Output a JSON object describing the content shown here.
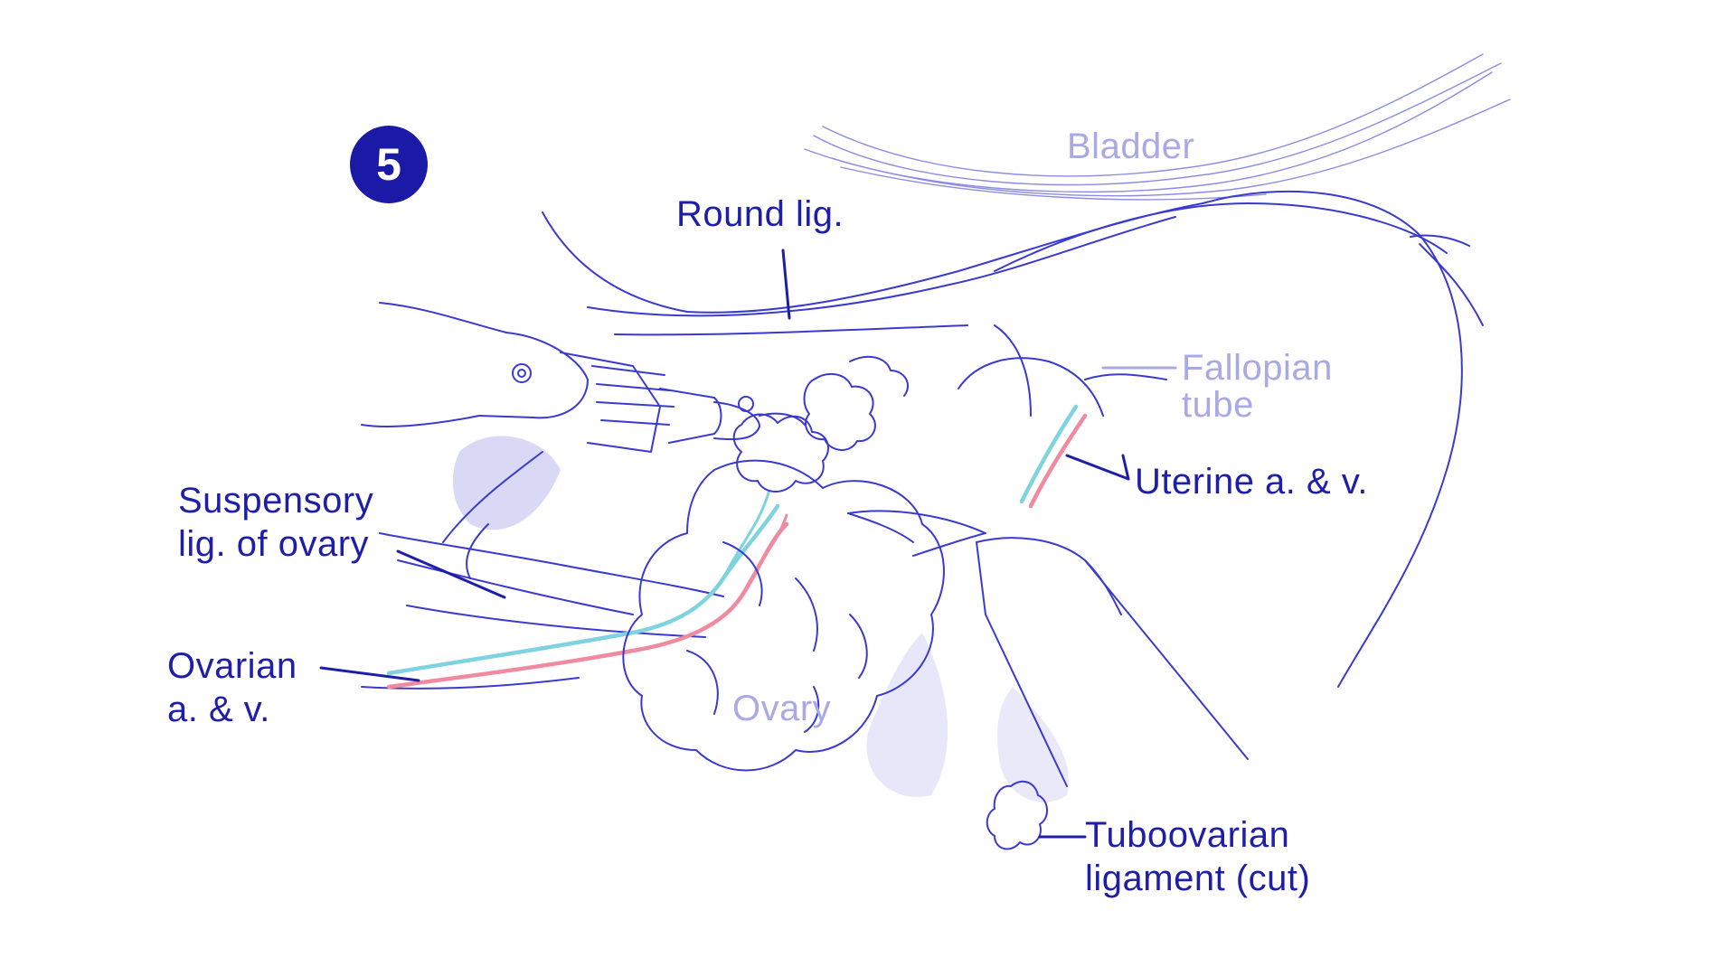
{
  "step_number": "5",
  "labels": {
    "bladder": "Bladder",
    "round_lig": "Round lig.",
    "fallopian_tube_line1": "Fallopian",
    "fallopian_tube_line2": "tube",
    "uterine_vessels": "Uterine a. & v.",
    "suspensory_lig_line1": "Suspensory",
    "suspensory_lig_line2": "lig. of ovary",
    "ovarian_vessels_line1": "Ovarian",
    "ovarian_vessels_line2": "a. & v.",
    "ovary": "Ovary",
    "tuboovarian_lig_line1": "Tuboovarian",
    "tuboovarian_lig_line2": "ligament (cut)"
  },
  "colors": {
    "ink": "#1e1ea8",
    "line_art": "#3a3ad0",
    "light_label": "#a9a9e4",
    "artery": "#f08aa0",
    "vein": "#7fd3e0",
    "shadow_fill": "#c9c9f2"
  }
}
